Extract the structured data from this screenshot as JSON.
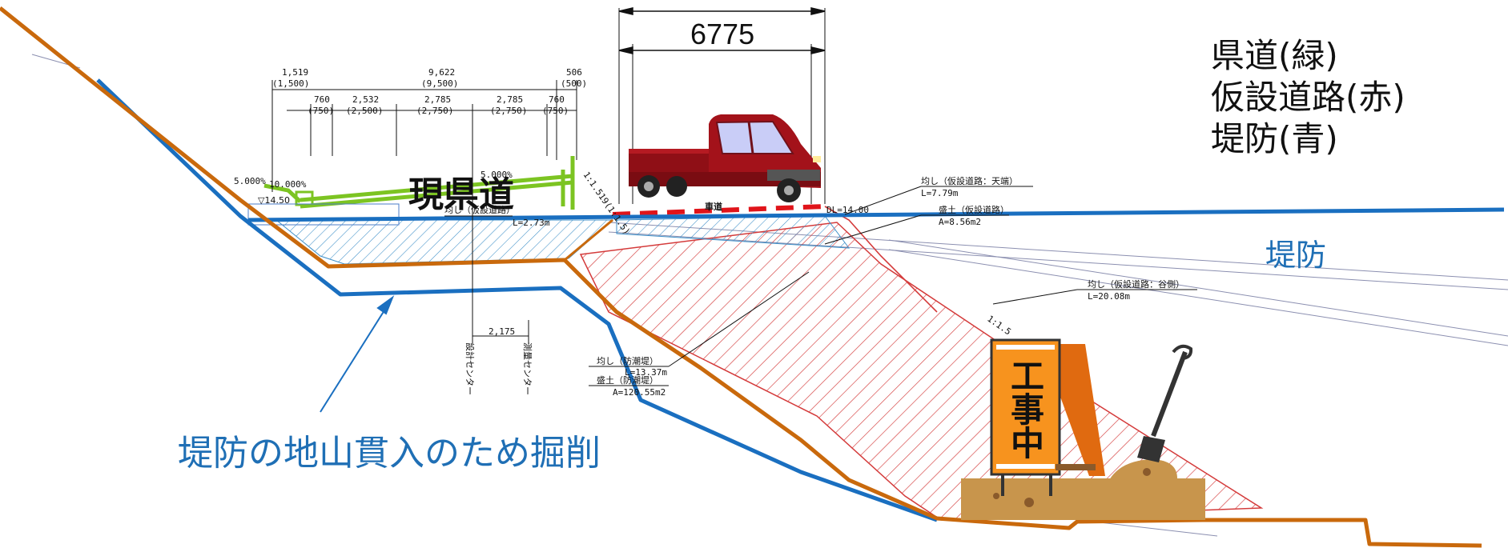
{
  "legend": {
    "line1": "県道(緑)",
    "line2": "仮設道路(赤)",
    "line3": "堤防(青)"
  },
  "colors": {
    "prefectural_road": "#7cc422",
    "temporary_road": "#c9690c",
    "embankment": "#1a6fc0",
    "fill_hatch_red": "#d43a3a",
    "hatch_blue": "#3d8fc8",
    "truck": "#a3121a",
    "sign": "#f7931e"
  },
  "labels": {
    "truck_width": "6775",
    "current_road": "現県道",
    "vehicle_lane": "車道",
    "embankment": "堤防",
    "excavation_note": "堤防の地山貫入のため掘削",
    "sign": "工事中"
  },
  "drawing": {
    "dim_top_left": "1,519",
    "dim_top_left_paren": "(1,500)",
    "dim_top_mid": "9,622",
    "dim_top_mid_paren": "(9,500)",
    "dim_top_right": "506",
    "dim_top_right_paren": "(500)",
    "dims_row2": [
      "760",
      "2,532",
      "2,785",
      "2,785",
      "760"
    ],
    "dims_row2_paren": [
      "(750)",
      "(2,500)",
      "(2,750)",
      "(2,750)",
      "(750)"
    ],
    "slope_left1": "5.000%",
    "slope_left2": "10.000%",
    "slope_mid": "5.000%",
    "elev_left": "▽14.50",
    "dl": "DL=14.00",
    "slope_right": "1:1.519(1:1.5)",
    "slope_lower": "1:1.5",
    "center_dim": "2,175",
    "design_center": "設計センター",
    "survey_center": "測量センター",
    "level_temp_top": "均し（仮設道路：天端）",
    "level_temp_top_len": "L=7.79m",
    "fill_temp": "盛土（仮設道路）",
    "fill_temp_area": "A=8.56m2",
    "level_temp_valley": "均し（仮設道路：谷側）",
    "level_temp_valley_len": "L=20.08m",
    "level_levee": "均し（防潮堤）",
    "level_levee_len": "L=13.37m",
    "fill_levee": "盛土（防潮堤）",
    "fill_levee_area": "A=120.55m2",
    "level_temp_road_short": "均し（仮設道路）",
    "level_temp_road_short_len": "L=2.73m"
  }
}
